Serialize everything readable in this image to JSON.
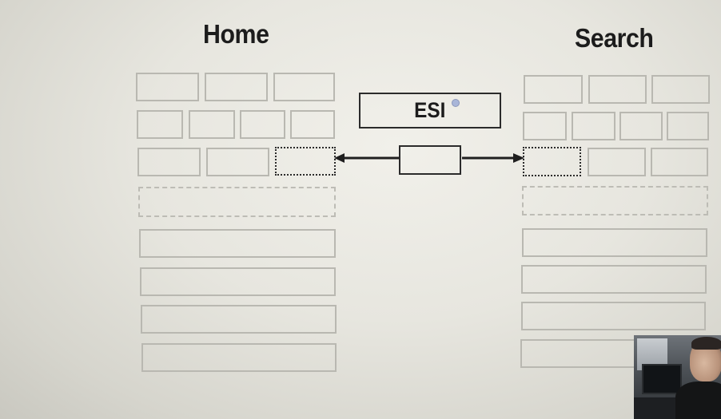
{
  "diagram": {
    "left_title": "Home",
    "right_title": "Search",
    "center_label": "ESI"
  },
  "colors": {
    "background": "#e9e8e2",
    "wireframe_border": "#b9b8b1",
    "highlight_border": "#2b2b2b",
    "text": "#1c1c1c"
  },
  "icons": {
    "left_arrow": "arrow-left-icon",
    "right_arrow": "arrow-right-icon",
    "cursor": "pointer-dot"
  },
  "overlay": {
    "type": "webcam-video"
  }
}
